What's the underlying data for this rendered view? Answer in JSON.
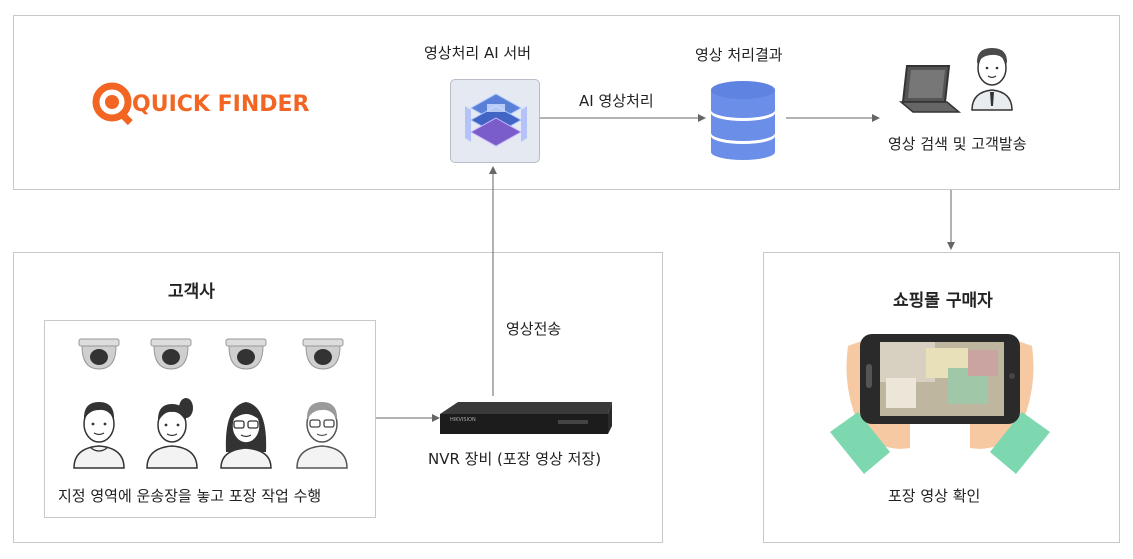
{
  "logo": {
    "text": "QUICK FINDER",
    "color": "#f26522"
  },
  "top": {
    "server_label": "영상처리 AI 서버",
    "result_label": "영상 처리결과",
    "ai_process_label": "AI 영상처리",
    "search_send_label": "영상 검색 및 고객발송"
  },
  "customer": {
    "title": "고객사",
    "instruction": "지정 영역에 운송장을 놓고 포장 작업 수행",
    "transfer_label": "영상전송",
    "nvr_label": "NVR 장비 (포장 영상 저장)",
    "nvr_brand": "HIKVISION"
  },
  "buyer": {
    "title": "쇼핑몰 구매자",
    "confirm_label": "포장 영상 확인"
  },
  "colors": {
    "accent": "#f26522",
    "db_blue": "#6b8ee8",
    "hand_green": "#7dd8b0",
    "arrow": "#666666"
  }
}
